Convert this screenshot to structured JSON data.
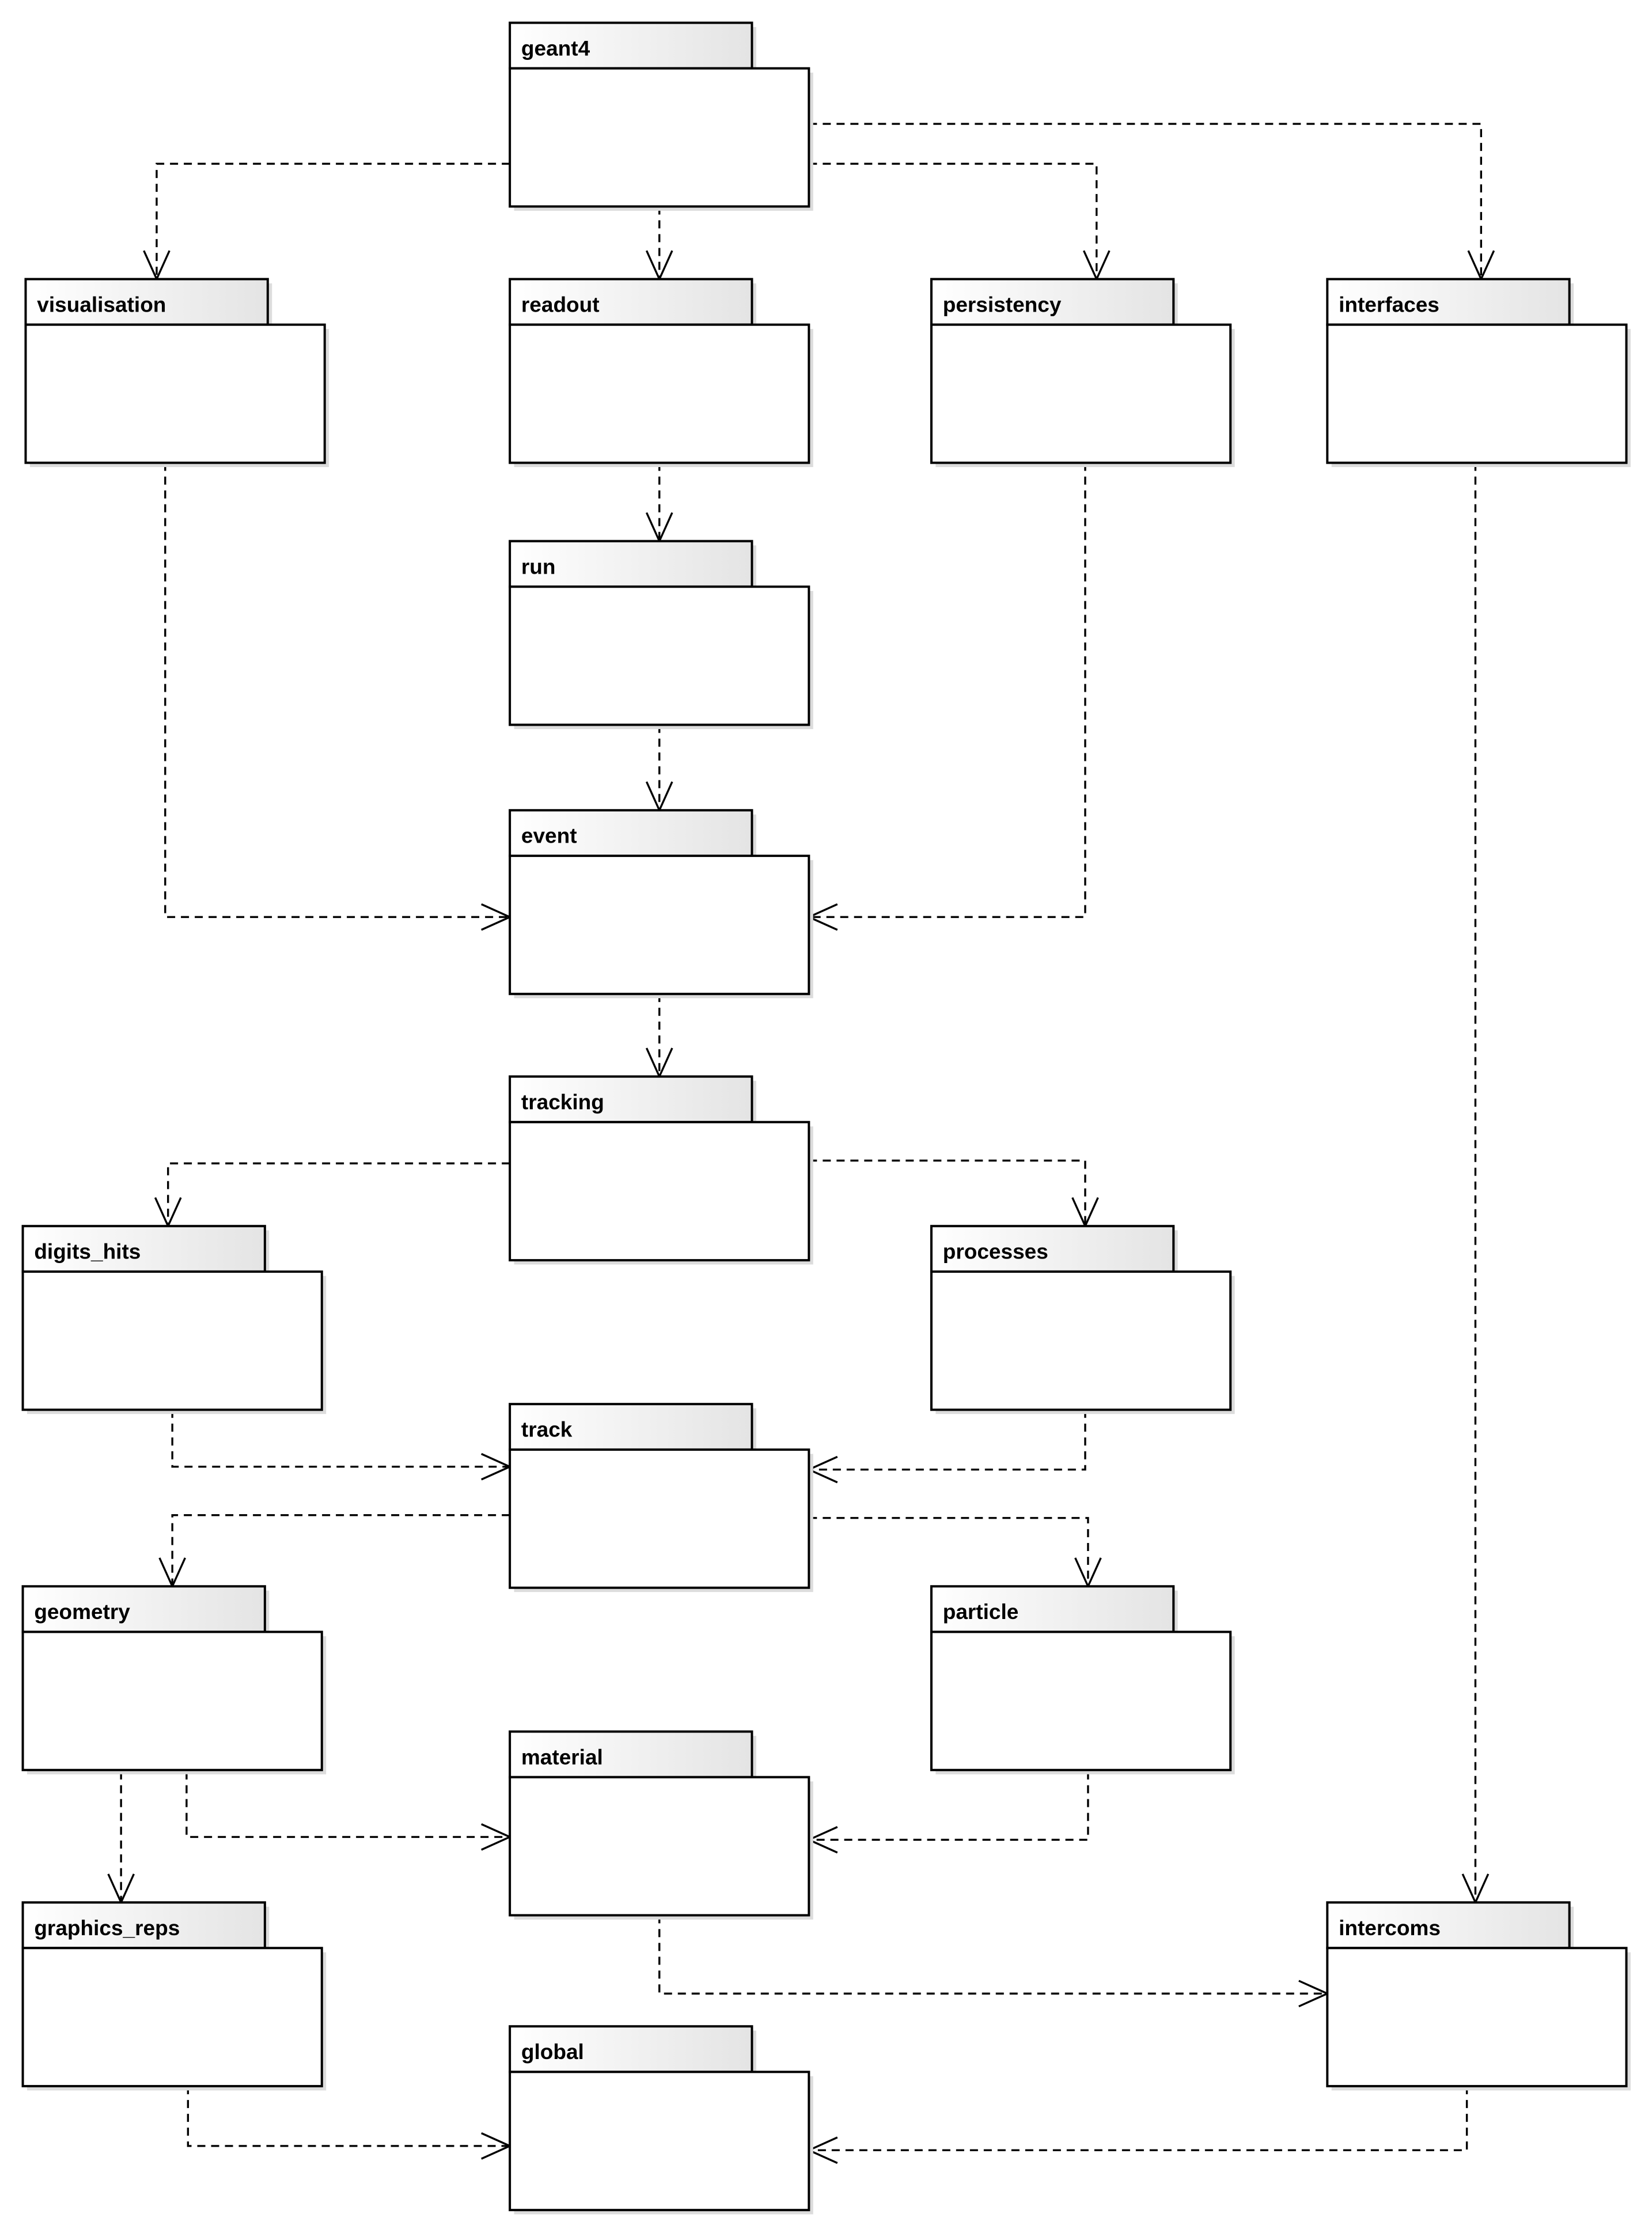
{
  "packages": [
    {
      "id": "geant4",
      "label": "geant4"
    },
    {
      "id": "visualisation",
      "label": "visualisation"
    },
    {
      "id": "readout",
      "label": "readout"
    },
    {
      "id": "persistency",
      "label": "persistency"
    },
    {
      "id": "interfaces",
      "label": "interfaces"
    },
    {
      "id": "run",
      "label": "run"
    },
    {
      "id": "event",
      "label": "event"
    },
    {
      "id": "tracking",
      "label": "tracking"
    },
    {
      "id": "digits_hits",
      "label": "digits_hits"
    },
    {
      "id": "processes",
      "label": "processes"
    },
    {
      "id": "track",
      "label": "track"
    },
    {
      "id": "geometry",
      "label": "geometry"
    },
    {
      "id": "particle",
      "label": "particle"
    },
    {
      "id": "material",
      "label": "material"
    },
    {
      "id": "graphics_reps",
      "label": "graphics_reps"
    },
    {
      "id": "intercoms",
      "label": "intercoms"
    },
    {
      "id": "global",
      "label": "global"
    }
  ],
  "dependencies": [
    {
      "from": "geant4",
      "to": "visualisation"
    },
    {
      "from": "geant4",
      "to": "readout"
    },
    {
      "from": "geant4",
      "to": "persistency"
    },
    {
      "from": "geant4",
      "to": "interfaces"
    },
    {
      "from": "readout",
      "to": "run"
    },
    {
      "from": "run",
      "to": "event"
    },
    {
      "from": "visualisation",
      "to": "event"
    },
    {
      "from": "persistency",
      "to": "event"
    },
    {
      "from": "event",
      "to": "tracking"
    },
    {
      "from": "tracking",
      "to": "digits_hits"
    },
    {
      "from": "tracking",
      "to": "processes"
    },
    {
      "from": "digits_hits",
      "to": "track"
    },
    {
      "from": "processes",
      "to": "track"
    },
    {
      "from": "track",
      "to": "geometry"
    },
    {
      "from": "track",
      "to": "particle"
    },
    {
      "from": "geometry",
      "to": "graphics_reps"
    },
    {
      "from": "geometry",
      "to": "material"
    },
    {
      "from": "particle",
      "to": "material"
    },
    {
      "from": "material",
      "to": "intercoms"
    },
    {
      "from": "interfaces",
      "to": "intercoms"
    },
    {
      "from": "graphics_reps",
      "to": "global"
    },
    {
      "from": "intercoms",
      "to": "global"
    }
  ],
  "colors": {
    "line": "#000000",
    "tab_gradient_start": "#ffffff",
    "tab_gradient_end": "#e6e6e6",
    "shadow": "#dcdcdc"
  }
}
